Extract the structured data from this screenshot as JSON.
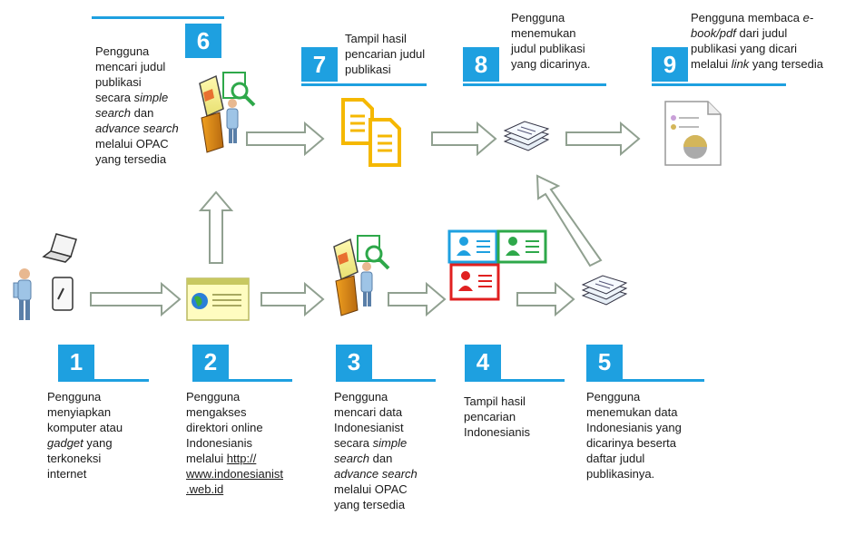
{
  "colors": {
    "accent": "#1ea0e0",
    "arrow": "#ffffff",
    "arrow_stroke": "#8a9a8a"
  },
  "steps": [
    {
      "number": "1",
      "lines": [
        [
          {
            "t": "Pengguna"
          }
        ],
        [
          {
            "t": "menyiapkan"
          }
        ],
        [
          {
            "t": "komputer atau"
          }
        ],
        [
          {
            "t": "gadget",
            "i": true
          },
          {
            "t": " yang"
          }
        ],
        [
          {
            "t": "terkoneksi"
          }
        ],
        [
          {
            "t": "internet"
          }
        ]
      ]
    },
    {
      "number": "2",
      "lines": [
        [
          {
            "t": "Pengguna"
          }
        ],
        [
          {
            "t": "mengakses"
          }
        ],
        [
          {
            "t": "direktori online"
          }
        ],
        [
          {
            "t": "Indonesianis"
          }
        ],
        [
          {
            "t": "melalui "
          },
          {
            "t": "http://",
            "u": true
          }
        ],
        [
          {
            "t": "www.indonesianist",
            "u": true
          }
        ],
        [
          {
            "t": ".web.id",
            "u": true
          }
        ]
      ]
    },
    {
      "number": "3",
      "lines": [
        [
          {
            "t": "Pengguna"
          }
        ],
        [
          {
            "t": "mencari data"
          }
        ],
        [
          {
            "t": "Indonesianist"
          }
        ],
        [
          {
            "t": "secara "
          },
          {
            "t": "simple",
            "i": true
          }
        ],
        [
          {
            "t": "search",
            "i": true
          },
          {
            "t": " dan"
          }
        ],
        [
          {
            "t": "advance search",
            "i": true
          }
        ],
        [
          {
            "t": "melalui OPAC"
          }
        ],
        [
          {
            "t": "yang tersedia"
          }
        ]
      ]
    },
    {
      "number": "4",
      "lines": [
        [
          {
            "t": "Tampil hasil"
          }
        ],
        [
          {
            "t": "pencarian"
          }
        ],
        [
          {
            "t": "Indonesianis"
          }
        ]
      ]
    },
    {
      "number": "5",
      "lines": [
        [
          {
            "t": "Pengguna"
          }
        ],
        [
          {
            "t": "menemukan data"
          }
        ],
        [
          {
            "t": "Indonesianis yang"
          }
        ],
        [
          {
            "t": "dicarinya beserta"
          }
        ],
        [
          {
            "t": "daftar judul"
          }
        ],
        [
          {
            "t": "publikasinya."
          }
        ]
      ]
    },
    {
      "number": "6",
      "lines": [
        [
          {
            "t": "Pengguna"
          }
        ],
        [
          {
            "t": "mencari judul"
          }
        ],
        [
          {
            "t": "publikasi"
          }
        ],
        [
          {
            "t": "secara "
          },
          {
            "t": "simple",
            "i": true
          }
        ],
        [
          {
            "t": "search",
            "i": true
          },
          {
            "t": " dan"
          }
        ],
        [
          {
            "t": "advance search",
            "i": true
          }
        ],
        [
          {
            "t": "melalui OPAC"
          }
        ],
        [
          {
            "t": "yang tersedia"
          }
        ]
      ]
    },
    {
      "number": "7",
      "lines": [
        [
          {
            "t": "Tampil hasil"
          }
        ],
        [
          {
            "t": "pencarian judul"
          }
        ],
        [
          {
            "t": "publikasi"
          }
        ]
      ]
    },
    {
      "number": "8",
      "lines": [
        [
          {
            "t": "Pengguna"
          }
        ],
        [
          {
            "t": "menemukan"
          }
        ],
        [
          {
            "t": "judul publikasi"
          }
        ],
        [
          {
            "t": "yang dicarinya."
          }
        ]
      ]
    },
    {
      "number": "9",
      "lines": [
        [
          {
            "t": "Pengguna membaca "
          },
          {
            "t": "e-",
            "i": true
          }
        ],
        [
          {
            "t": "book/pdf",
            "i": true
          },
          {
            "t": " dari judul"
          }
        ],
        [
          {
            "t": "publikasi yang dicari"
          }
        ],
        [
          {
            "t": "melalui "
          },
          {
            "t": "link",
            "i": true
          },
          {
            "t": " yang tersedia"
          }
        ]
      ]
    }
  ]
}
